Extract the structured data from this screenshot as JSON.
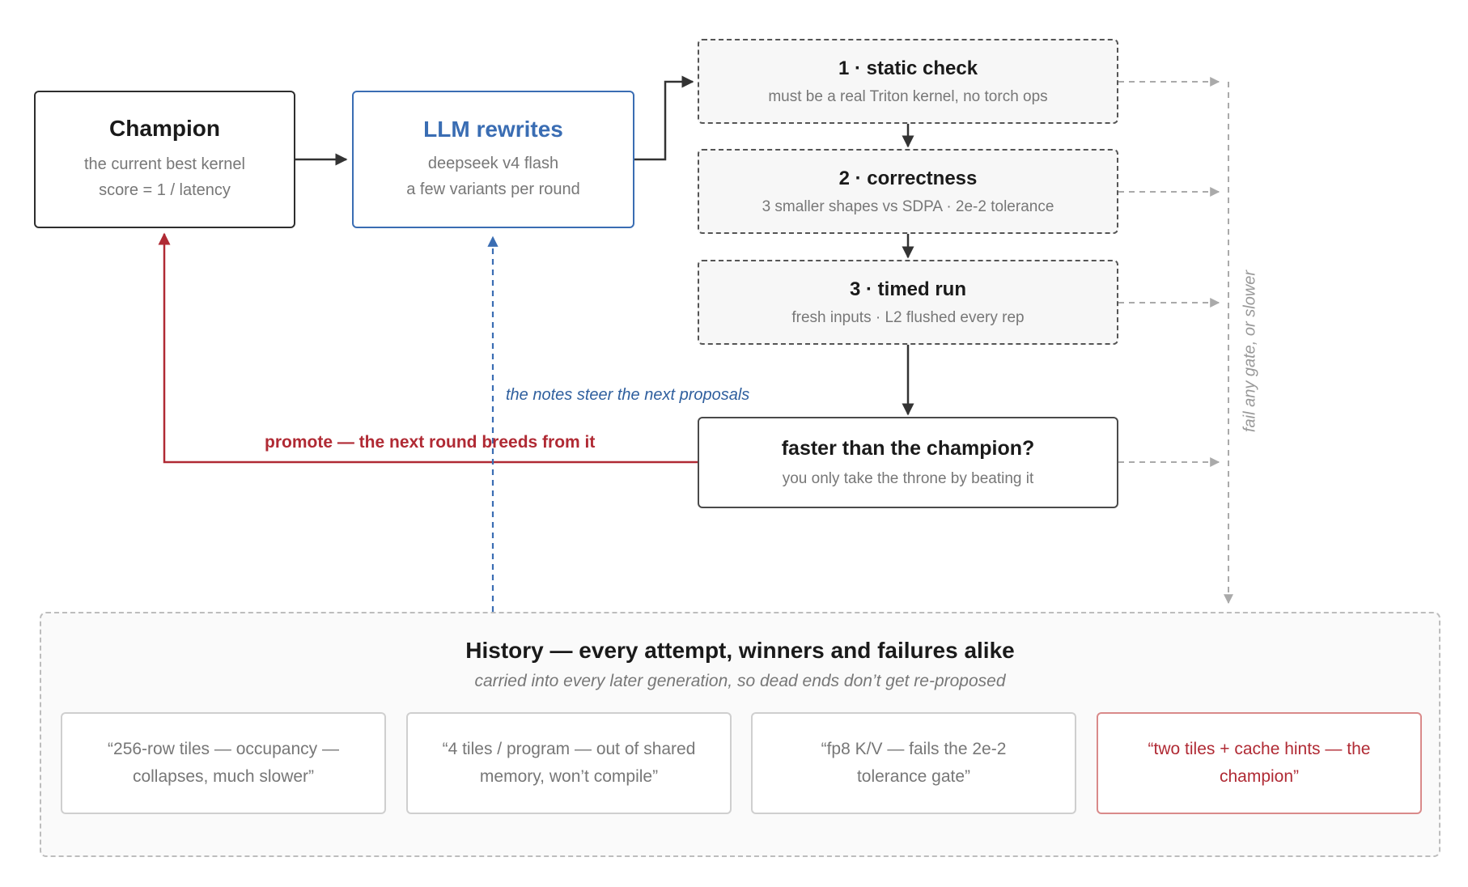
{
  "champion": {
    "title": "Champion",
    "line1": "the current best kernel",
    "line2": "score = 1 / latency"
  },
  "llm": {
    "title": "LLM rewrites",
    "line1": "deepseek v4 flash",
    "line2": "a few variants per round"
  },
  "gates": [
    {
      "title": "1 · static check",
      "sub": "must be a real Triton kernel, no torch ops"
    },
    {
      "title": "2 · correctness",
      "sub": "3 smaller shapes vs SDPA · 2e-2 tolerance"
    },
    {
      "title": "3 · timed run",
      "sub": "fresh inputs · L2 flushed every rep"
    }
  ],
  "final": {
    "title": "faster than the champion?",
    "sub": "you only take the throne by beating it"
  },
  "labels": {
    "promote": "promote — the next round breeds from it",
    "notes": "the notes steer the next proposals",
    "fail": "fail any gate, or slower"
  },
  "history": {
    "title": "History — every attempt, winners and failures alike",
    "subtitle": "carried into every later generation, so dead ends don’t get re-proposed",
    "notes": [
      {
        "text": "“256-row tiles — occupancy — collapses, much slower”",
        "winner": false
      },
      {
        "text": "“4 tiles / program — out of shared memory, won’t compile”",
        "winner": false
      },
      {
        "text": "“fp8 K/V — fails the 2e-2 tolerance gate”",
        "winner": false
      },
      {
        "text": "“two tiles + cache hints — the champion”",
        "winner": true
      }
    ]
  },
  "colors": {
    "promote": "#b02a34",
    "notes": "#3a6db3",
    "fail": "#aaaaaa",
    "solid": "#333333"
  }
}
